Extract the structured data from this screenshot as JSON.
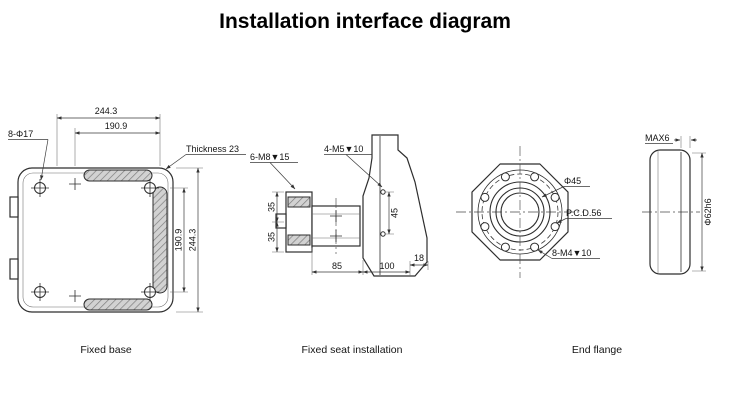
{
  "page": {
    "title": "Installation interface diagram"
  },
  "fixed_base": {
    "caption": "Fixed base",
    "dims": {
      "outer_width": "244.3",
      "inner_width": "190.9",
      "inner_height": "190.9",
      "outer_height": "244.3"
    },
    "labels": {
      "holes": "8-Φ17",
      "thickness": "Thickness 23"
    }
  },
  "fixed_seat": {
    "caption": "Fixed seat installation",
    "labels": {
      "tapped_m8": "6-M8▼15",
      "tapped_m5": "4-M5▼10"
    },
    "dims": {
      "d35_top": "35",
      "d35_bottom": "35",
      "d45": "45",
      "d85": "85",
      "d100": "100",
      "d18": "18"
    }
  },
  "end_flange": {
    "caption": "End flange",
    "labels": {
      "dia45": "Φ45",
      "pcd": "P.C.D.56",
      "tapped_m4": "8-M4▼10",
      "max6": "MAX6",
      "dia62": "Φ62h6"
    }
  }
}
